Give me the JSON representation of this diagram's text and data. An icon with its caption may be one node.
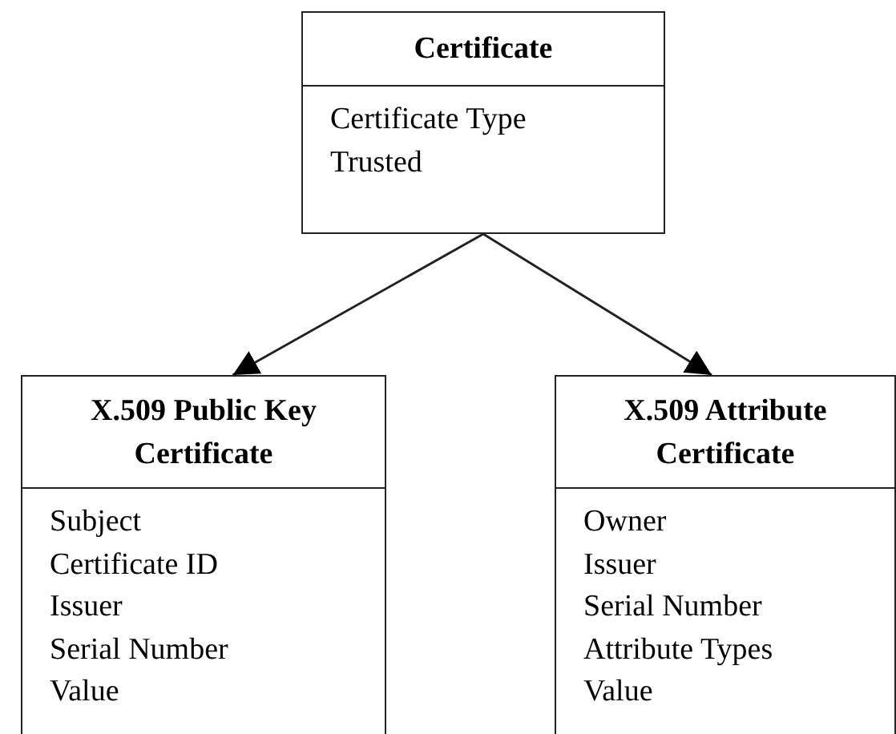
{
  "diagram": {
    "nodes": [
      {
        "text": [
          "Certificate",
          "Certificate Type",
          "Trusted"
        ]
      },
      {
        "text": [
          "X.509 Public Key Certificate",
          "Subject",
          "Certificate ID",
          "Issuer",
          "Serial Number",
          "Value"
        ]
      },
      {
        "text": [
          "X.509 Attribute Certificate",
          "Owner",
          "Issuer",
          "Serial Number",
          "Attribute Types",
          "Value"
        ]
      }
    ],
    "edges": [
      {
        "from": 0,
        "to": 1,
        "arrow": "to"
      },
      {
        "from": 0,
        "to": 2,
        "arrow": "to"
      }
    ]
  }
}
